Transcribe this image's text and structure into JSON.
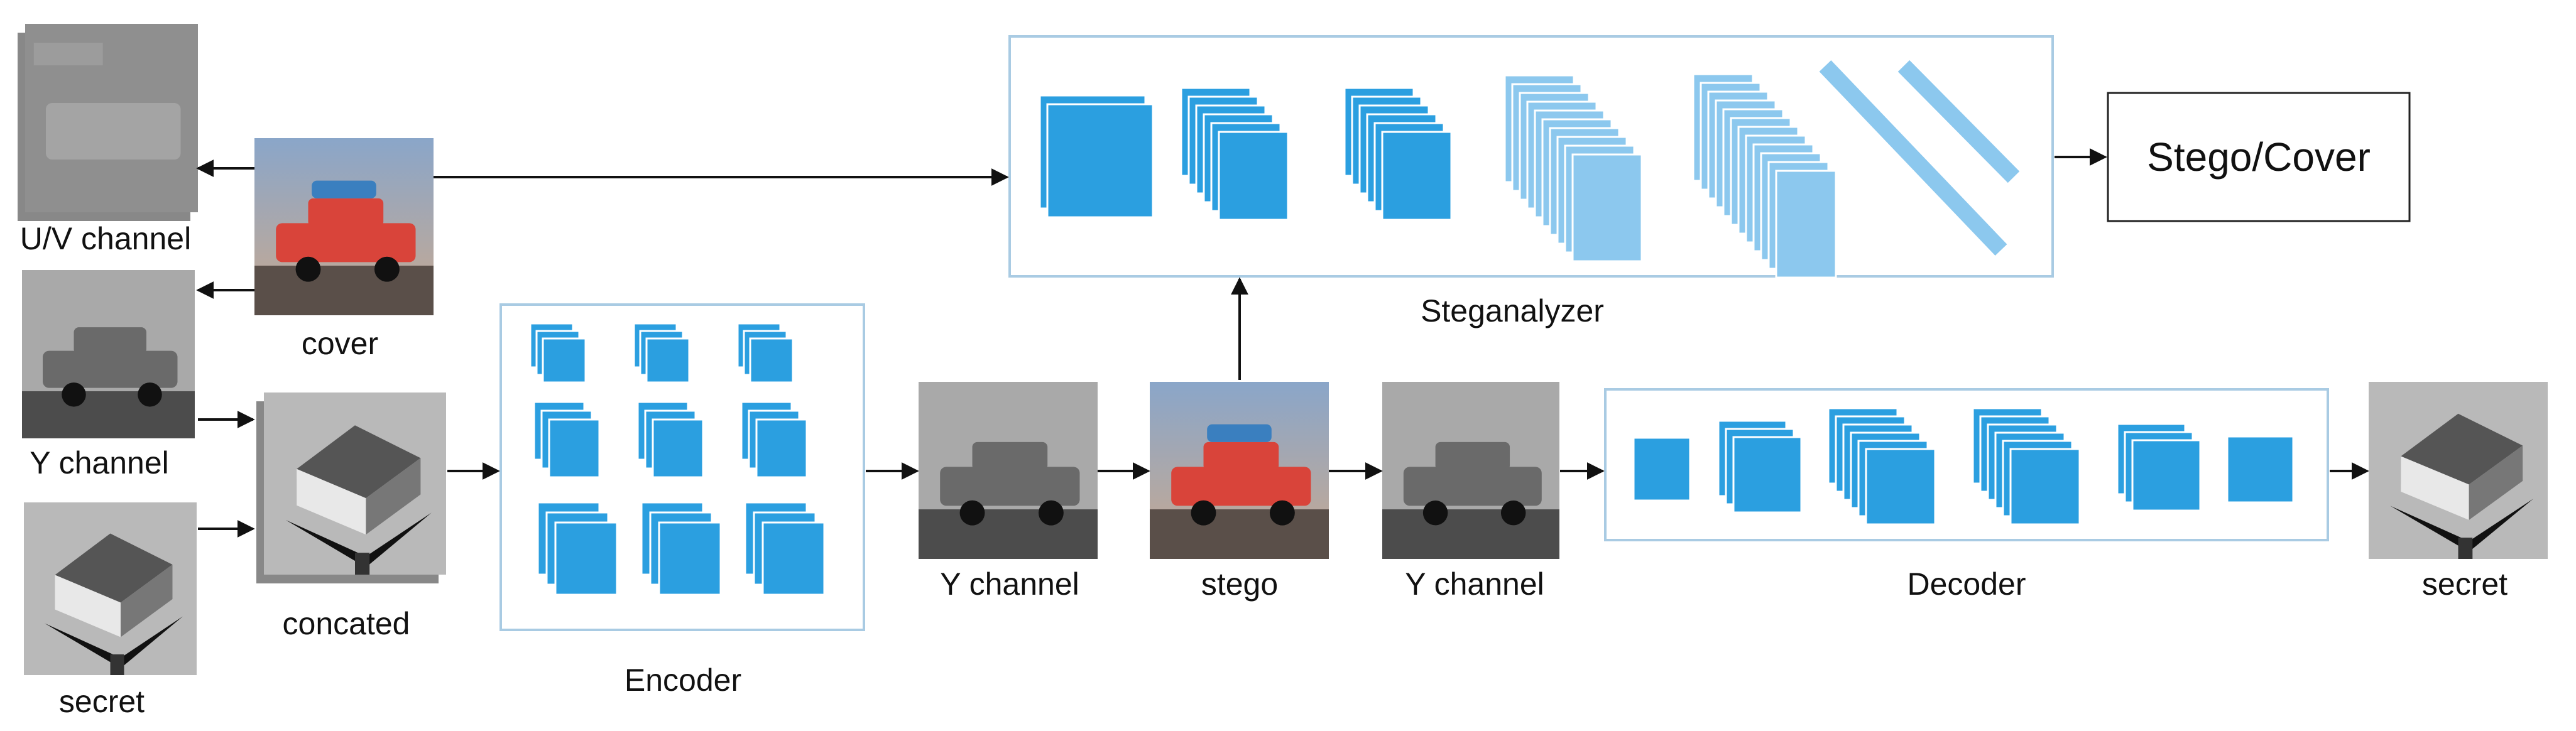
{
  "labels": {
    "uv_channel": "U/V channel",
    "y_channel_input": "Y channel",
    "secret_input": "secret",
    "cover": "cover",
    "concated": "concated",
    "encoder": "Encoder",
    "y_channel_encoded": "Y channel",
    "stego": "stego",
    "y_channel_decoded": "Y channel",
    "decoder": "Decoder",
    "secret_output": "secret",
    "steganalyzer": "Steganalyzer",
    "result": "Stego/Cover"
  },
  "colors": {
    "block_fill": "#2b9fe0",
    "block_fill_light": "#8cc8ee",
    "block_stroke": "#ffffff",
    "panel_stroke": "#a9cbe3",
    "arrow": "#111111",
    "text": "#111111"
  },
  "icons": {
    "image_thumbnail": "photo-thumbnail-icon",
    "arrow": "arrow-right-icon"
  }
}
